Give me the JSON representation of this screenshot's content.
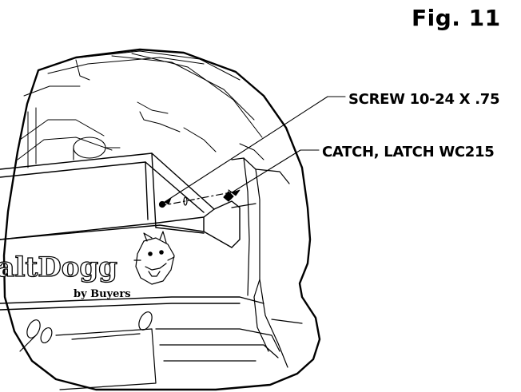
{
  "figure": {
    "label": "Fig. 11"
  },
  "callouts": {
    "screw": "SCREW 10-24 X .75",
    "catch": "CATCH, LATCH WC215"
  },
  "logo": {
    "brand": "SaltDogg",
    "by_line": "by Buyers"
  },
  "colors": {
    "line": "#000000",
    "background": "#ffffff"
  }
}
